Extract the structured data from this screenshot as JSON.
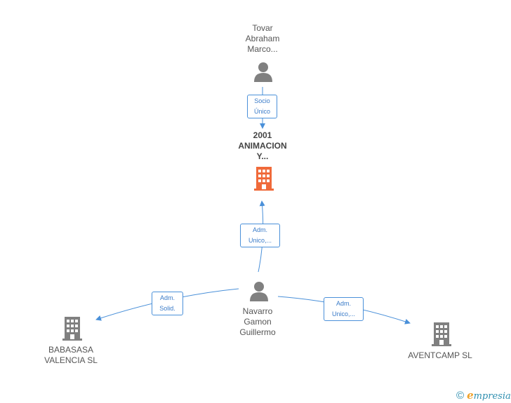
{
  "colors": {
    "edge": "#4a90d9",
    "person_icon": "#808080",
    "company_icon": "#808080",
    "focus_company_icon": "#f06a3a"
  },
  "nodes": {
    "tovar": {
      "name": [
        "Tovar",
        "Abraham",
        "Marco..."
      ],
      "icon": "person-icon"
    },
    "animacion": {
      "name": [
        "2001",
        "ANIMACION",
        "Y..."
      ],
      "icon": "building-icon"
    },
    "navarro": {
      "name": [
        "Navarro",
        "Gamon",
        "Guillermo"
      ],
      "icon": "person-icon"
    },
    "babasasa": {
      "name": [
        "BABASASA",
        "VALENCIA SL"
      ],
      "icon": "building-icon"
    },
    "aventcamp": {
      "name": [
        "AVENTCAMP SL"
      ],
      "icon": "building-icon"
    }
  },
  "edges": {
    "tovar_animacion": [
      "Socio",
      "Único"
    ],
    "navarro_animacion": [
      "Adm.",
      "Unico,..."
    ],
    "navarro_babasasa": [
      "Adm.",
      "Solid."
    ],
    "navarro_aventcamp": [
      "Adm.",
      "Unico,..."
    ]
  },
  "footer": {
    "copyright": "©",
    "brand_initial": "e",
    "brand_rest": "mpresia"
  }
}
